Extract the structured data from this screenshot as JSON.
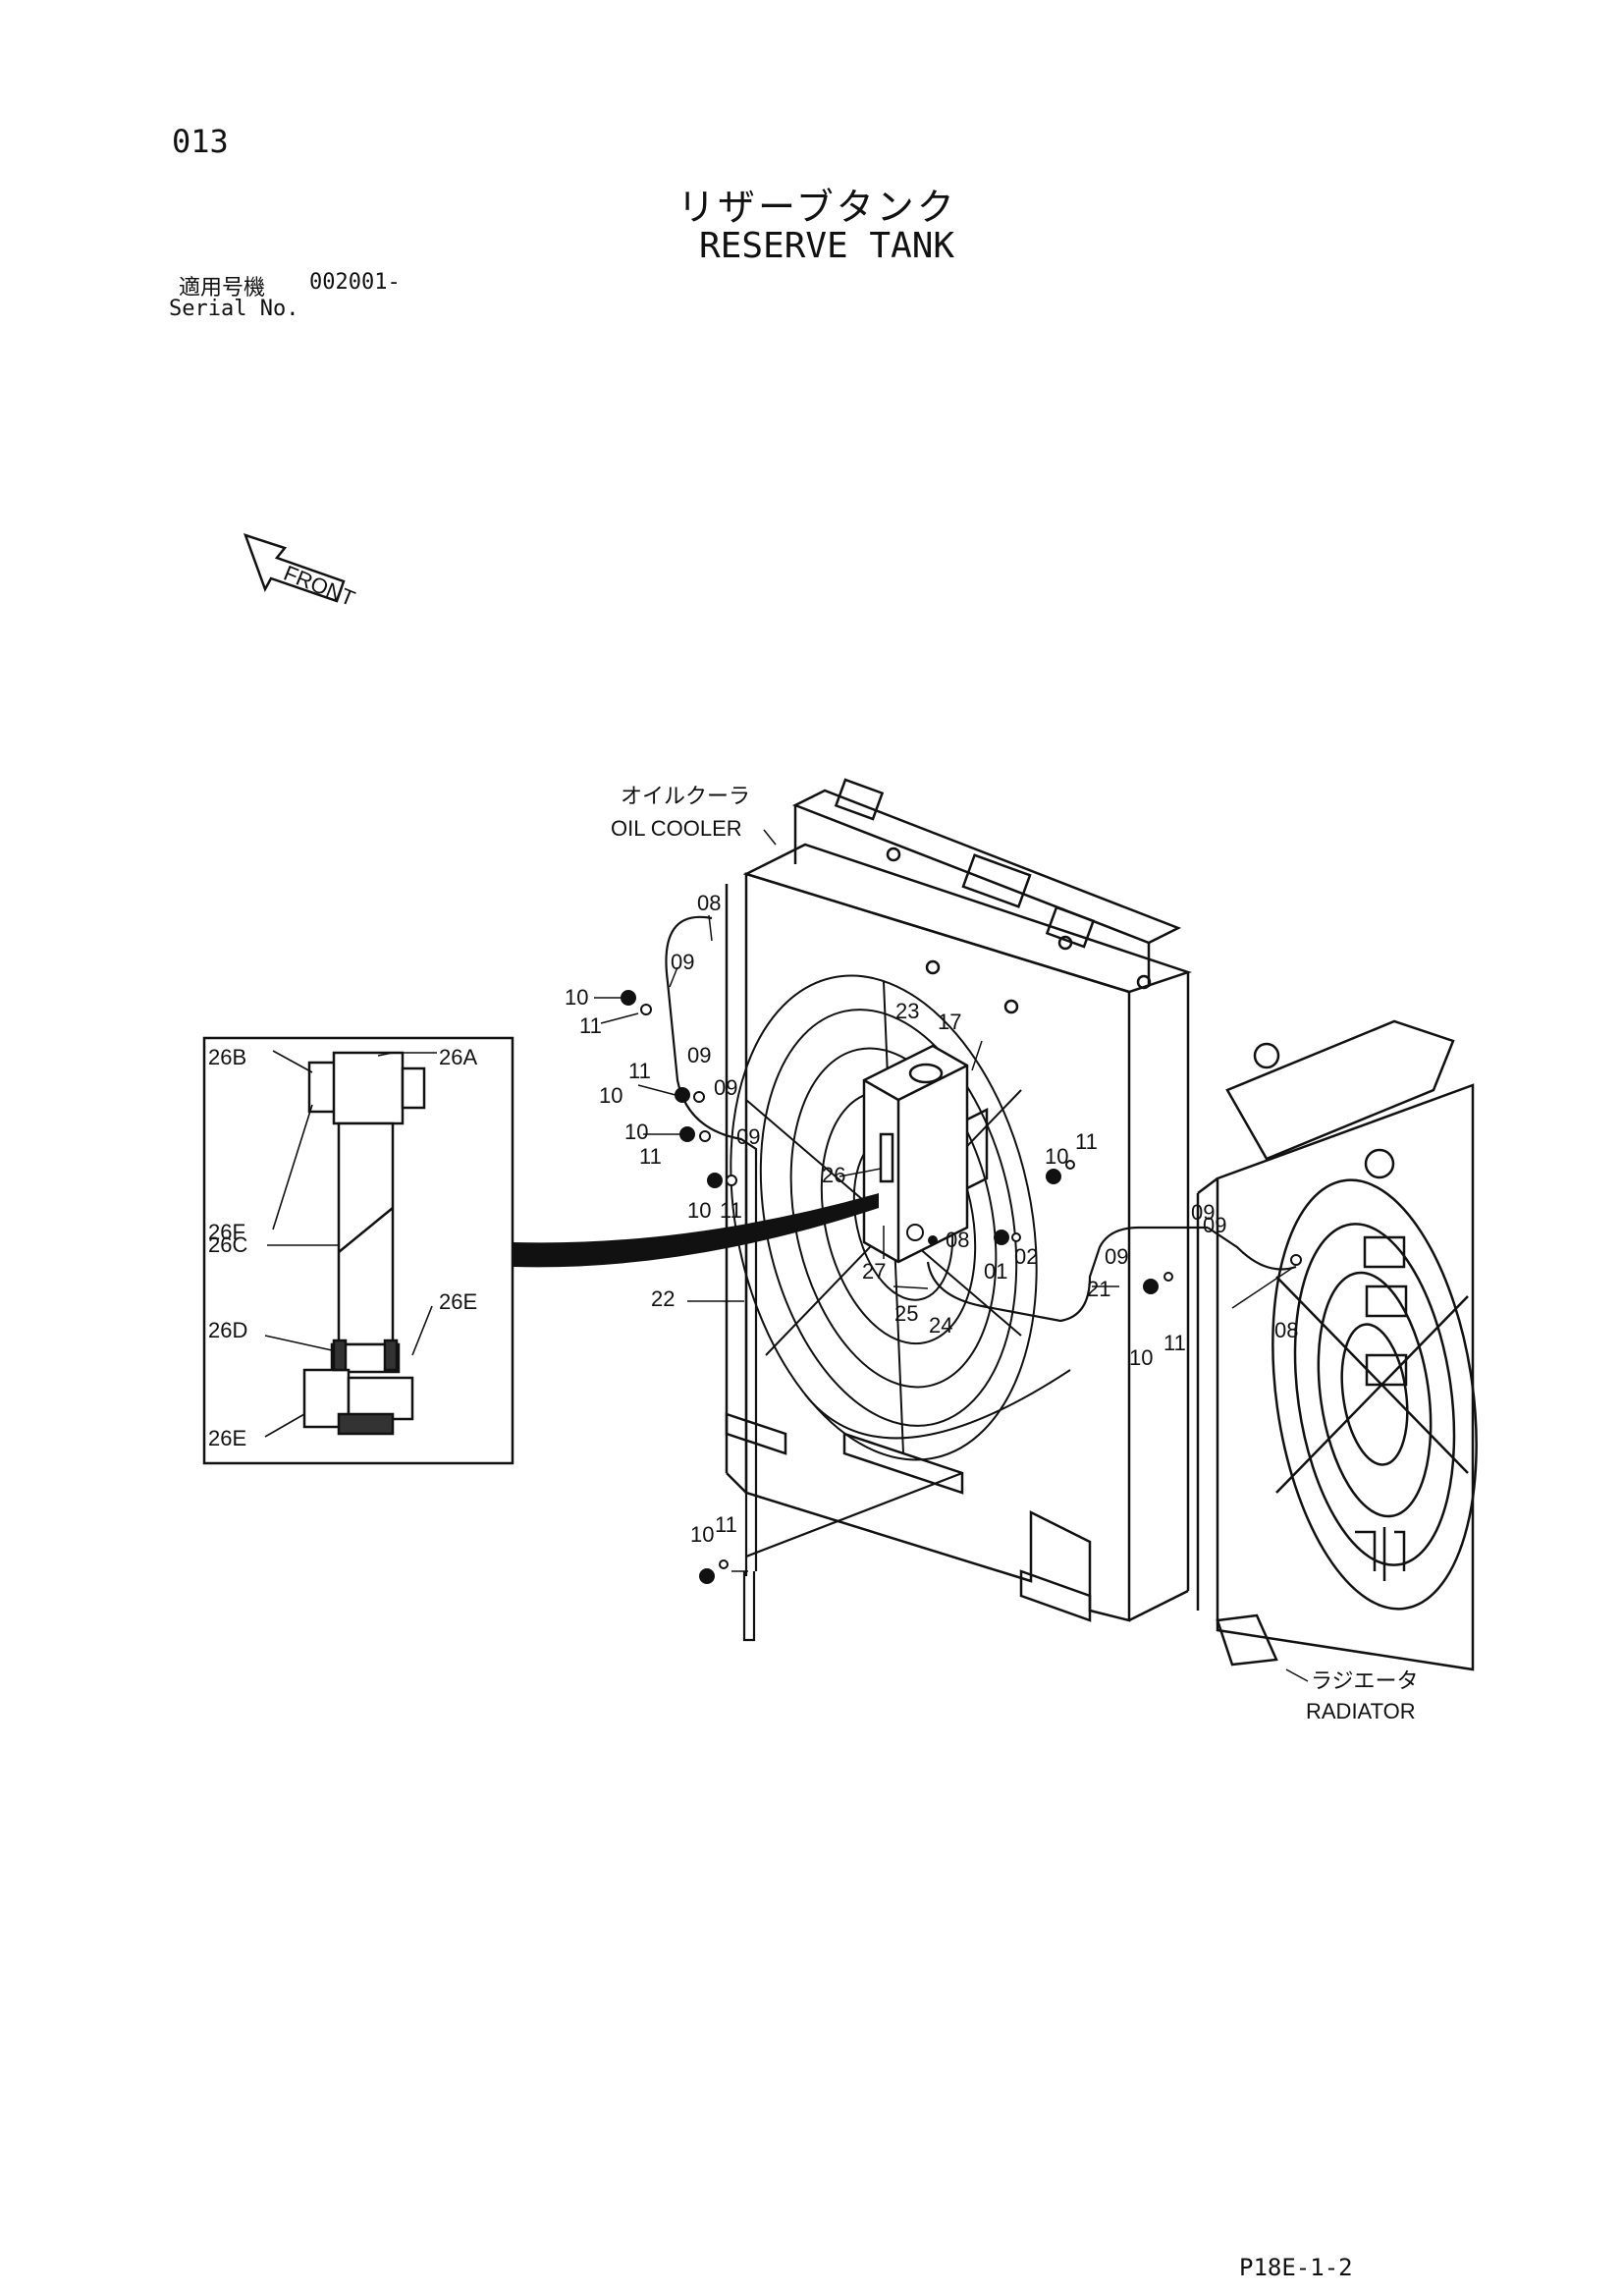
{
  "page": {
    "number": "013",
    "title_jp": "リザーブタンク",
    "title_en": "RESERVE TANK",
    "serial_label_jp": "適用号機",
    "serial_value": "002001-",
    "serial_label_en": "Serial No.",
    "footer_code": "P18E-1-2"
  },
  "front_arrow_label": "FRONT",
  "components": {
    "oil_cooler_jp": "オイルクーラ",
    "oil_cooler_en": "OIL COOLER",
    "radiator_jp": "ラジエータ",
    "radiator_en": "RADIATOR"
  },
  "detail_labels": {
    "a26A": "26A",
    "a26B": "26B",
    "a26C": "26C",
    "a26D": "26D",
    "a26E_top": "26E",
    "a26E_bottom": "26E",
    "a26F": "26F"
  },
  "callouts": {
    "c08_top": "08",
    "c09_top": "09",
    "c10_a": "10",
    "c11_a": "11",
    "c23": "23",
    "c17": "17",
    "c11_b": "11",
    "c09_b": "09",
    "c10_b": "10",
    "c09_c": "09",
    "c10_c": "10",
    "c11_c": "11",
    "c09_d": "09",
    "c26": "26",
    "c10_d": "10",
    "c11_d": "11",
    "c10_e": "10",
    "c11_e": "11",
    "c08_mid": "08",
    "c01": "01",
    "c02": "02",
    "c09_e": "09",
    "c09_f": "09",
    "c27": "27",
    "c25": "25",
    "c24": "24",
    "c21": "21",
    "c22": "22",
    "c08_right": "08",
    "c10_f": "10",
    "c11_f": "11",
    "c10_g": "10",
    "c11_g": "11",
    "c09_g": "09"
  }
}
